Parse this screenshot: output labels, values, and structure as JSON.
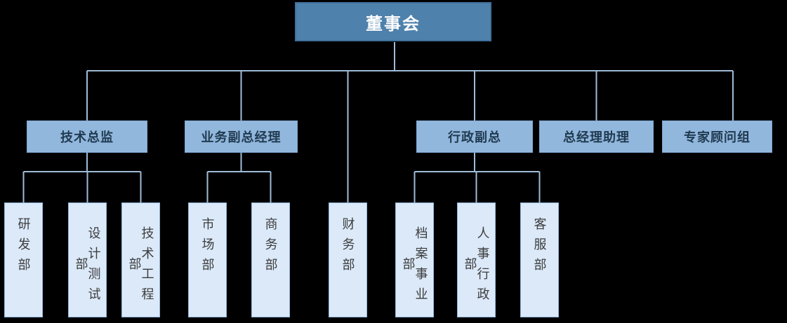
{
  "org_chart": {
    "root": {
      "label": "董事会"
    },
    "level2": [
      {
        "label": "技术总监"
      },
      {
        "label": "业务副总经理"
      },
      {
        "label": "行政副总"
      },
      {
        "label": "总经理助理"
      },
      {
        "label": "专家顾问组"
      }
    ],
    "level3": [
      {
        "label": "研发部",
        "parent": "技术总监"
      },
      {
        "label": "设计测试部",
        "parent": "技术总监"
      },
      {
        "label": "技术工程部",
        "parent": "技术总监"
      },
      {
        "label": "市场部",
        "parent": "业务副总经理"
      },
      {
        "label": "商务部",
        "parent": "业务副总经理"
      },
      {
        "label": "财务部",
        "parent": "董事会"
      },
      {
        "label": "档案事业部",
        "parent": "行政副总"
      },
      {
        "label": "人事行政部",
        "parent": "行政副总"
      },
      {
        "label": "客服部",
        "parent": "行政副总"
      }
    ],
    "colors": {
      "background": "#000000",
      "root_fill": "#4e81ac",
      "root_border": "#40719c",
      "root_text": "#ffffff",
      "level2_fill": "#92b7dd",
      "level2_border": "#7fa8d4",
      "level2_text": "#203a50",
      "level3_fill": "#dbe9f9",
      "level3_border": "#94b7da",
      "level3_text": "#3d3d3d",
      "connector": "#9fbcd8"
    }
  }
}
